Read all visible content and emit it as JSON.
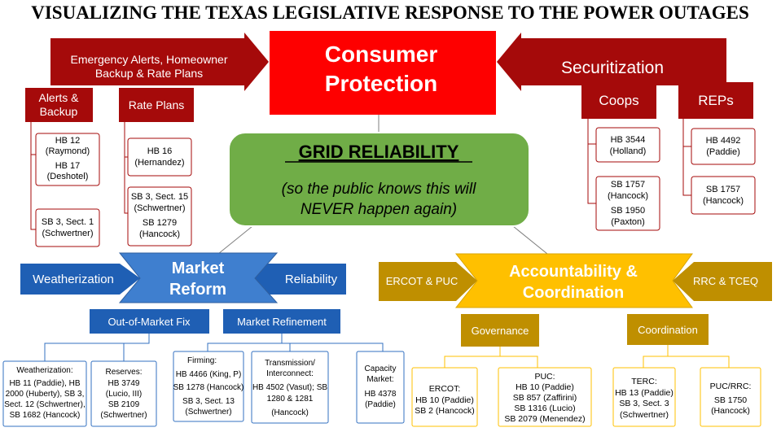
{
  "title": "VISUALIZING THE TEXAS LEGISLATIVE RESPONSE TO THE POWER OUTAGES",
  "colors": {
    "red": "#fe0000",
    "dark_red": "#a50a0a",
    "green": "#70ad47",
    "blue": "#3370c0",
    "blue_dark": "#1f4e9c",
    "gold": "#ffc000",
    "gold_dark": "#bf8f00"
  },
  "center": {
    "title": "GRID RELIABILITY",
    "subtitle_line1": "(so the public knows this will",
    "subtitle_line2": "NEVER happen again)"
  },
  "consumer_protection": {
    "line1": "Consumer",
    "line2": "Protection",
    "left_arrow": {
      "line1": "Emergency Alerts, Homeowner",
      "line2": "Backup & Rate Plans",
      "branches": {
        "alerts_backup": {
          "line1": "Alerts &",
          "line2": "Backup"
        },
        "rate_plans": "Rate Plans"
      }
    },
    "right_arrow": {
      "label": "Securitization",
      "branches": {
        "coops": "Coops",
        "reps": "REPs"
      }
    },
    "boxes": {
      "alerts_1": {
        "line1": "HB 12",
        "line2": "(Raymond)",
        "line3": "HB 17",
        "line4": "(Deshotel)"
      },
      "alerts_2": {
        "line1": "SB 3, Sect. 1",
        "line2": "(Schwertner)"
      },
      "rate_1": {
        "line1": "HB 16",
        "line2": "(Hernandez)"
      },
      "rate_2": {
        "line1": "SB 3, Sect. 15",
        "line2": "(Schwertner)",
        "line3": "SB 1279",
        "line4": "(Hancock)"
      },
      "coops_1": {
        "line1": "HB 3544",
        "line2": "(Holland)"
      },
      "coops_2": {
        "line1": "SB 1757",
        "line2": "(Hancock)",
        "line3": "SB 1950",
        "line4": "(Paxton)"
      },
      "reps_1": {
        "line1": "HB 4492",
        "line2": "(Paddie)"
      },
      "reps_2": {
        "line1": "SB 1757",
        "line2": "(Hancock)"
      }
    }
  },
  "market_reform": {
    "line1": "Market",
    "line2": "Reform",
    "left_arrow": "Weatherization",
    "right_arrow": "Reliability",
    "sub_left": "Out-of-Market Fix",
    "sub_right": "Market Refinement",
    "boxes": {
      "weatherization": {
        "line1": "Weatherization:",
        "line2": "HB  11 (Paddie), HB",
        "line3": "2000 (Huberty), SB 3,",
        "line4": "Sect. 12 (Schwertner),",
        "line5": "SB 1682 (Hancock)"
      },
      "reserves": {
        "line1": "Reserves:",
        "line2": "HB 3749",
        "line3": "(Lucio, III)",
        "line4": "SB 2109",
        "line5": "(Schwertner)"
      },
      "firming": {
        "line1": "Firming:",
        "line2": "HB 4466 (King, P)",
        "line3": "SB 1278 (Hancock)",
        "line4": "SB 3, Sect. 13",
        "line5": "(Schwertner)"
      },
      "transmission": {
        "line1": "Transmission/",
        "line2": "Interconnect:",
        "line3": "HB 4502 (Vasut); SB",
        "line4": "1280 & 1281",
        "line5": "(Hancock)"
      },
      "capacity": {
        "line1": "Capacity",
        "line2": "Market:",
        "line3": "HB 4378",
        "line4": "(Paddie)"
      }
    }
  },
  "accountability": {
    "line1": "Accountability &",
    "line2": "Coordination",
    "left_arrow": "ERCOT & PUC",
    "right_arrow": "RRC & TCEQ",
    "sub_left": "Governance",
    "sub_right": "Coordination",
    "boxes": {
      "ercot": {
        "line1": "ERCOT:",
        "line2": "HB 10  (Paddie)",
        "line3": "SB 2 (Hancock)"
      },
      "puc": {
        "line1": "PUC:",
        "line2": "HB 10 (Paddie)",
        "line3": "SB 857 (Zaffirini)",
        "line4": "SB 1316 (Lucio)",
        "line5": "SB 2079 (Menendez)"
      },
      "terc": {
        "line1": "TERC:",
        "line2": "HB 13 (Paddie)",
        "line3": "SB 3, Sect. 3",
        "line4": "(Schwertner)"
      },
      "puc_rrc": {
        "line1": "PUC/RRC:",
        "line2": "SB 1750",
        "line3": "(Hancock)"
      }
    }
  }
}
